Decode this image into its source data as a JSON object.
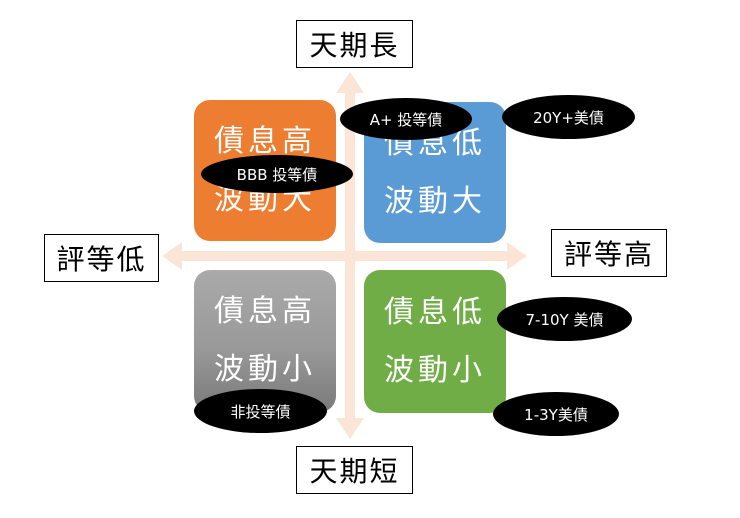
{
  "axes": {
    "top": "天期長",
    "bottom": "天期短",
    "left": "評等低",
    "right": "評等高"
  },
  "quadrants": {
    "top_left": {
      "line1": "債息高",
      "line2": "波動大",
      "color": "#ed7d31"
    },
    "top_right": {
      "line1": "債息低",
      "line2": "波動大",
      "color": "#5b9bd5"
    },
    "bottom_left": {
      "line1": "債息高",
      "line2": "波動小",
      "color": "#999999"
    },
    "bottom_right": {
      "line1": "債息低",
      "line2": "波動小",
      "color": "#70ad47"
    }
  },
  "tags": {
    "a_plus": "A+ 投等債",
    "twenty_y": "20Y+美債",
    "bbb": "BBB 投等債",
    "non_ig": "非投等債",
    "seven_ten_y": "7-10Y 美債",
    "one_three_y": "1-3Y美債"
  },
  "arrow_color": "#fbe5d6"
}
